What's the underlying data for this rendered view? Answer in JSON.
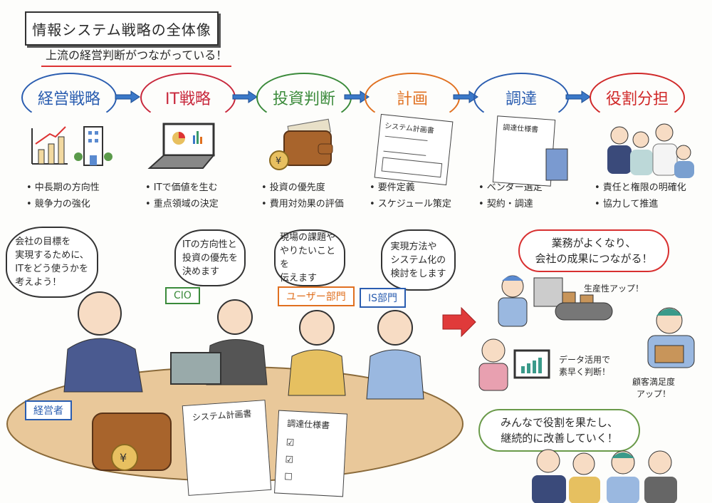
{
  "title": "情報システム戦略の全体像",
  "subtitle": "上流の経営判断がつながっている！",
  "steps": [
    {
      "label": "経営戦略",
      "color": "#2a5db0",
      "bullets": [
        "中長期の方向性",
        "競争力の強化"
      ]
    },
    {
      "label": "IT戦略",
      "color": "#c8283c",
      "bullets": [
        "ITで価値を生む",
        "重点領域の決定"
      ]
    },
    {
      "label": "投資判断",
      "color": "#3a8a3a",
      "bullets": [
        "投資の優先度",
        "費用対効果の評価"
      ]
    },
    {
      "label": "計画",
      "color": "#e07020",
      "bullets": [
        "要件定義",
        "スケジュール策定"
      ]
    },
    {
      "label": "調達",
      "color": "#2a5db0",
      "bullets": [
        "ベンダー選定",
        "契約・調達"
      ]
    },
    {
      "label": "役割分担",
      "color": "#d02828",
      "bullets": [
        "責任と権限の明確化",
        "協力して推進"
      ]
    }
  ],
  "step_docs": {
    "plan": "システム計画書",
    "procure": "調達仕様書"
  },
  "meeting": {
    "executive": {
      "speech": "会社の目標を\n実現するために、\nITをどう使うかを\n考えよう！",
      "label": "経営者",
      "color": "#2a5db0"
    },
    "cio": {
      "speech": "ITの方向性と\n投資の優先を\n決めます",
      "label": "CIO",
      "color": "#3a8a3a"
    },
    "user_dept": {
      "speech": "現場の課題や\nやりたいことを\n伝えます",
      "label": "ユーザー部門",
      "color": "#e07020"
    },
    "is_dept": {
      "speech": "実現方法や\nシステム化の\n検討をします",
      "label": "IS部門",
      "color": "#2a5db0"
    },
    "docs": {
      "plan": "システム計画書",
      "spec": "調達仕様書"
    }
  },
  "outcomes": {
    "headline": "業務がよくなり、\n会社の成果につながる！",
    "productivity": "生産性アップ！",
    "data": "データ活用で\n素早く判断！",
    "satisfaction": "顧客満足度\nアップ！",
    "closing": "みんなで役割を果たし、\n継続的に改善していく！"
  },
  "colors": {
    "arrow": "#3a78c8",
    "big_arrow": "#e03a3a",
    "headline_border": "#d83030",
    "closing_border": "#6a9a4a"
  }
}
